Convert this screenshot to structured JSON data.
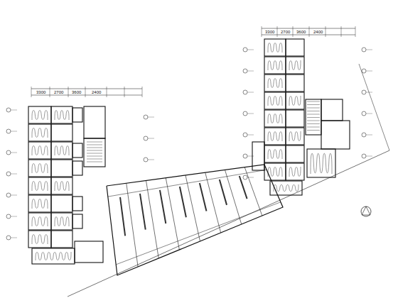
{
  "diagram": {
    "labels": [
      "3300",
      "2700",
      "3600",
      "2400",
      "3300",
      "2700",
      "3600",
      "2400"
    ]
  }
}
